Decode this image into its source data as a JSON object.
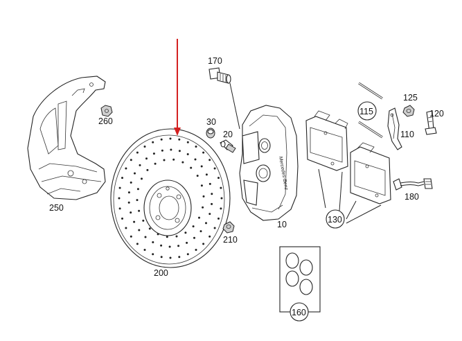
{
  "labels": {
    "p10": "10",
    "p20": "20",
    "p30": "30",
    "p110": "110",
    "p115": "115",
    "p120": "120",
    "p125": "125",
    "p130": "130",
    "p160": "160",
    "p170": "170",
    "p180": "180",
    "p200": "200",
    "p210": "210",
    "p250": "250",
    "p260": "260"
  },
  "caliper_text": "Mercedes-Benz",
  "colors": {
    "pointer_arrow": "#d42020",
    "line": "#222222",
    "shade": "#cfcfcf"
  }
}
